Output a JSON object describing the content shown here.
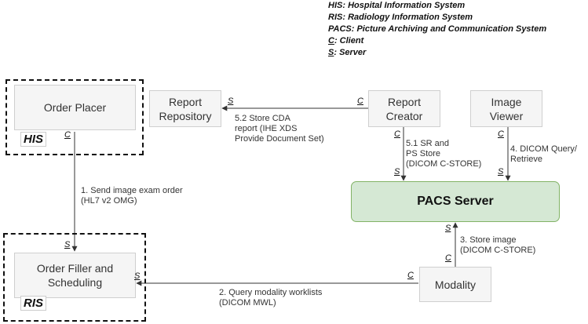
{
  "legend": [
    {
      "key": "HIS",
      "text": ": Hospital Information System"
    },
    {
      "key": "RIS",
      "text": ": Radiology Information System"
    },
    {
      "key": "PACS",
      "text": ": Picture Archiving and Communication System"
    },
    {
      "key": "C",
      "text": ": Client"
    },
    {
      "key": "S",
      "text": ": Server"
    }
  ],
  "groups": {
    "his": "HIS",
    "ris": "RIS"
  },
  "nodes": {
    "order_placer": "Order Placer",
    "report_repository": [
      "Report",
      "Repository"
    ],
    "report_creator": [
      "Report",
      "Creator"
    ],
    "image_viewer": [
      "Image",
      "Viewer"
    ],
    "pacs_server": "PACS Server",
    "order_filler": [
      "Order Filler and",
      "Scheduling"
    ],
    "modality": "Modality"
  },
  "edges": {
    "e1": [
      "1. Send image exam order",
      "(HL7 v2 OMG)"
    ],
    "e2": [
      "2. Query modality worklists",
      "(DICOM MWL)"
    ],
    "e3": [
      "3. Store image",
      "(DICOM C-STORE)"
    ],
    "e4": [
      "4. DICOM Query/",
      "Retrieve"
    ],
    "e51": [
      "5.1 SR and",
      "PS Store",
      "(DICOM C-STORE)"
    ],
    "e52": [
      "5.2 Store CDA",
      "report  (IHE XDS",
      "Provide Document Set)"
    ]
  },
  "roles": {
    "client": "C",
    "server": "S"
  },
  "colors": {
    "pacs_fill": "#d5e8d4",
    "pacs_border": "#82b366",
    "box_fill": "#f5f5f5",
    "line": "#333333"
  }
}
